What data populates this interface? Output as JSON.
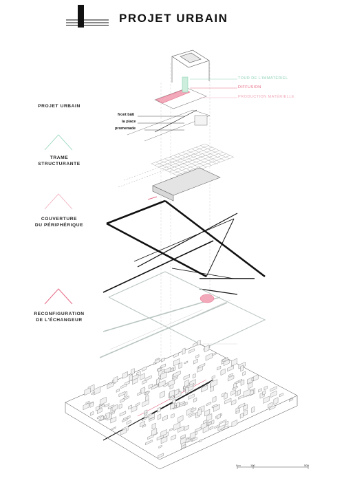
{
  "header": {
    "title": "PROJET URBAIN"
  },
  "sections": [
    {
      "line1": "PROJET URBAIN",
      "line2": ""
    },
    {
      "line1": "TRAME",
      "line2": "STRUCTURANTE"
    },
    {
      "line1": "COUVERTURE",
      "line2": "DU PÉRIPHÉRIQUE"
    },
    {
      "line1": "RECONFIGURATION",
      "line2": "DE L'ÉCHANGEUR"
    }
  ],
  "callouts": [
    {
      "label": "TOUR DE L'IMMATÉRIEL",
      "color": "#8fd3b6"
    },
    {
      "label": "DIFFUSION",
      "color": "#e56b86"
    },
    {
      "label": "PRODUCTION MATÉRIELLE",
      "color": "#f2a9ba"
    }
  ],
  "layer_labels": [
    "front bâti",
    "la place",
    "promenade"
  ],
  "scale": {
    "zero": "0 m",
    "mid": "100",
    "end": "500"
  },
  "colors": {
    "accent_pink": "#e56b86",
    "accent_teal": "#8fd3b6",
    "light_pink": "#f2a9ba",
    "grey_green": "#b9c6c0"
  }
}
